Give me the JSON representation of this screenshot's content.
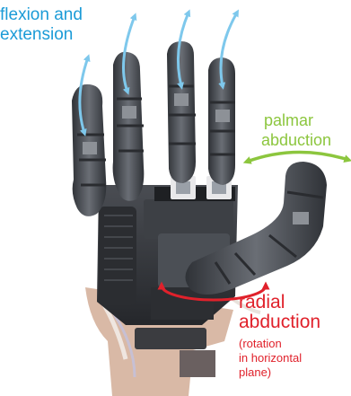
{
  "colors": {
    "flexion_arrow": "#7ec8ec",
    "flexion_text": "#1b9bd7",
    "palmar": "#8cc63e",
    "radial": "#e0212b",
    "hand_dark": "#3a3d42",
    "hand_mid": "#5b5f66",
    "hand_light": "#8a8e94",
    "skin": "#d9b9a6"
  },
  "labels": {
    "flexion": {
      "line1": "flexion and",
      "line2": "extension"
    },
    "palmar": {
      "line1": "palmar",
      "line2": "abduction"
    },
    "radial": {
      "line1": "radial",
      "line2": "abduction",
      "note_line1": "(rotation",
      "note_line2": "in horizontal",
      "note_line3": "plane)"
    }
  },
  "icons": {
    "flexion_arrows": "double-headed-curved-arrow",
    "palmar_arrow": "double-headed-curved-arrow",
    "radial_arrow": "circular-arrow"
  }
}
